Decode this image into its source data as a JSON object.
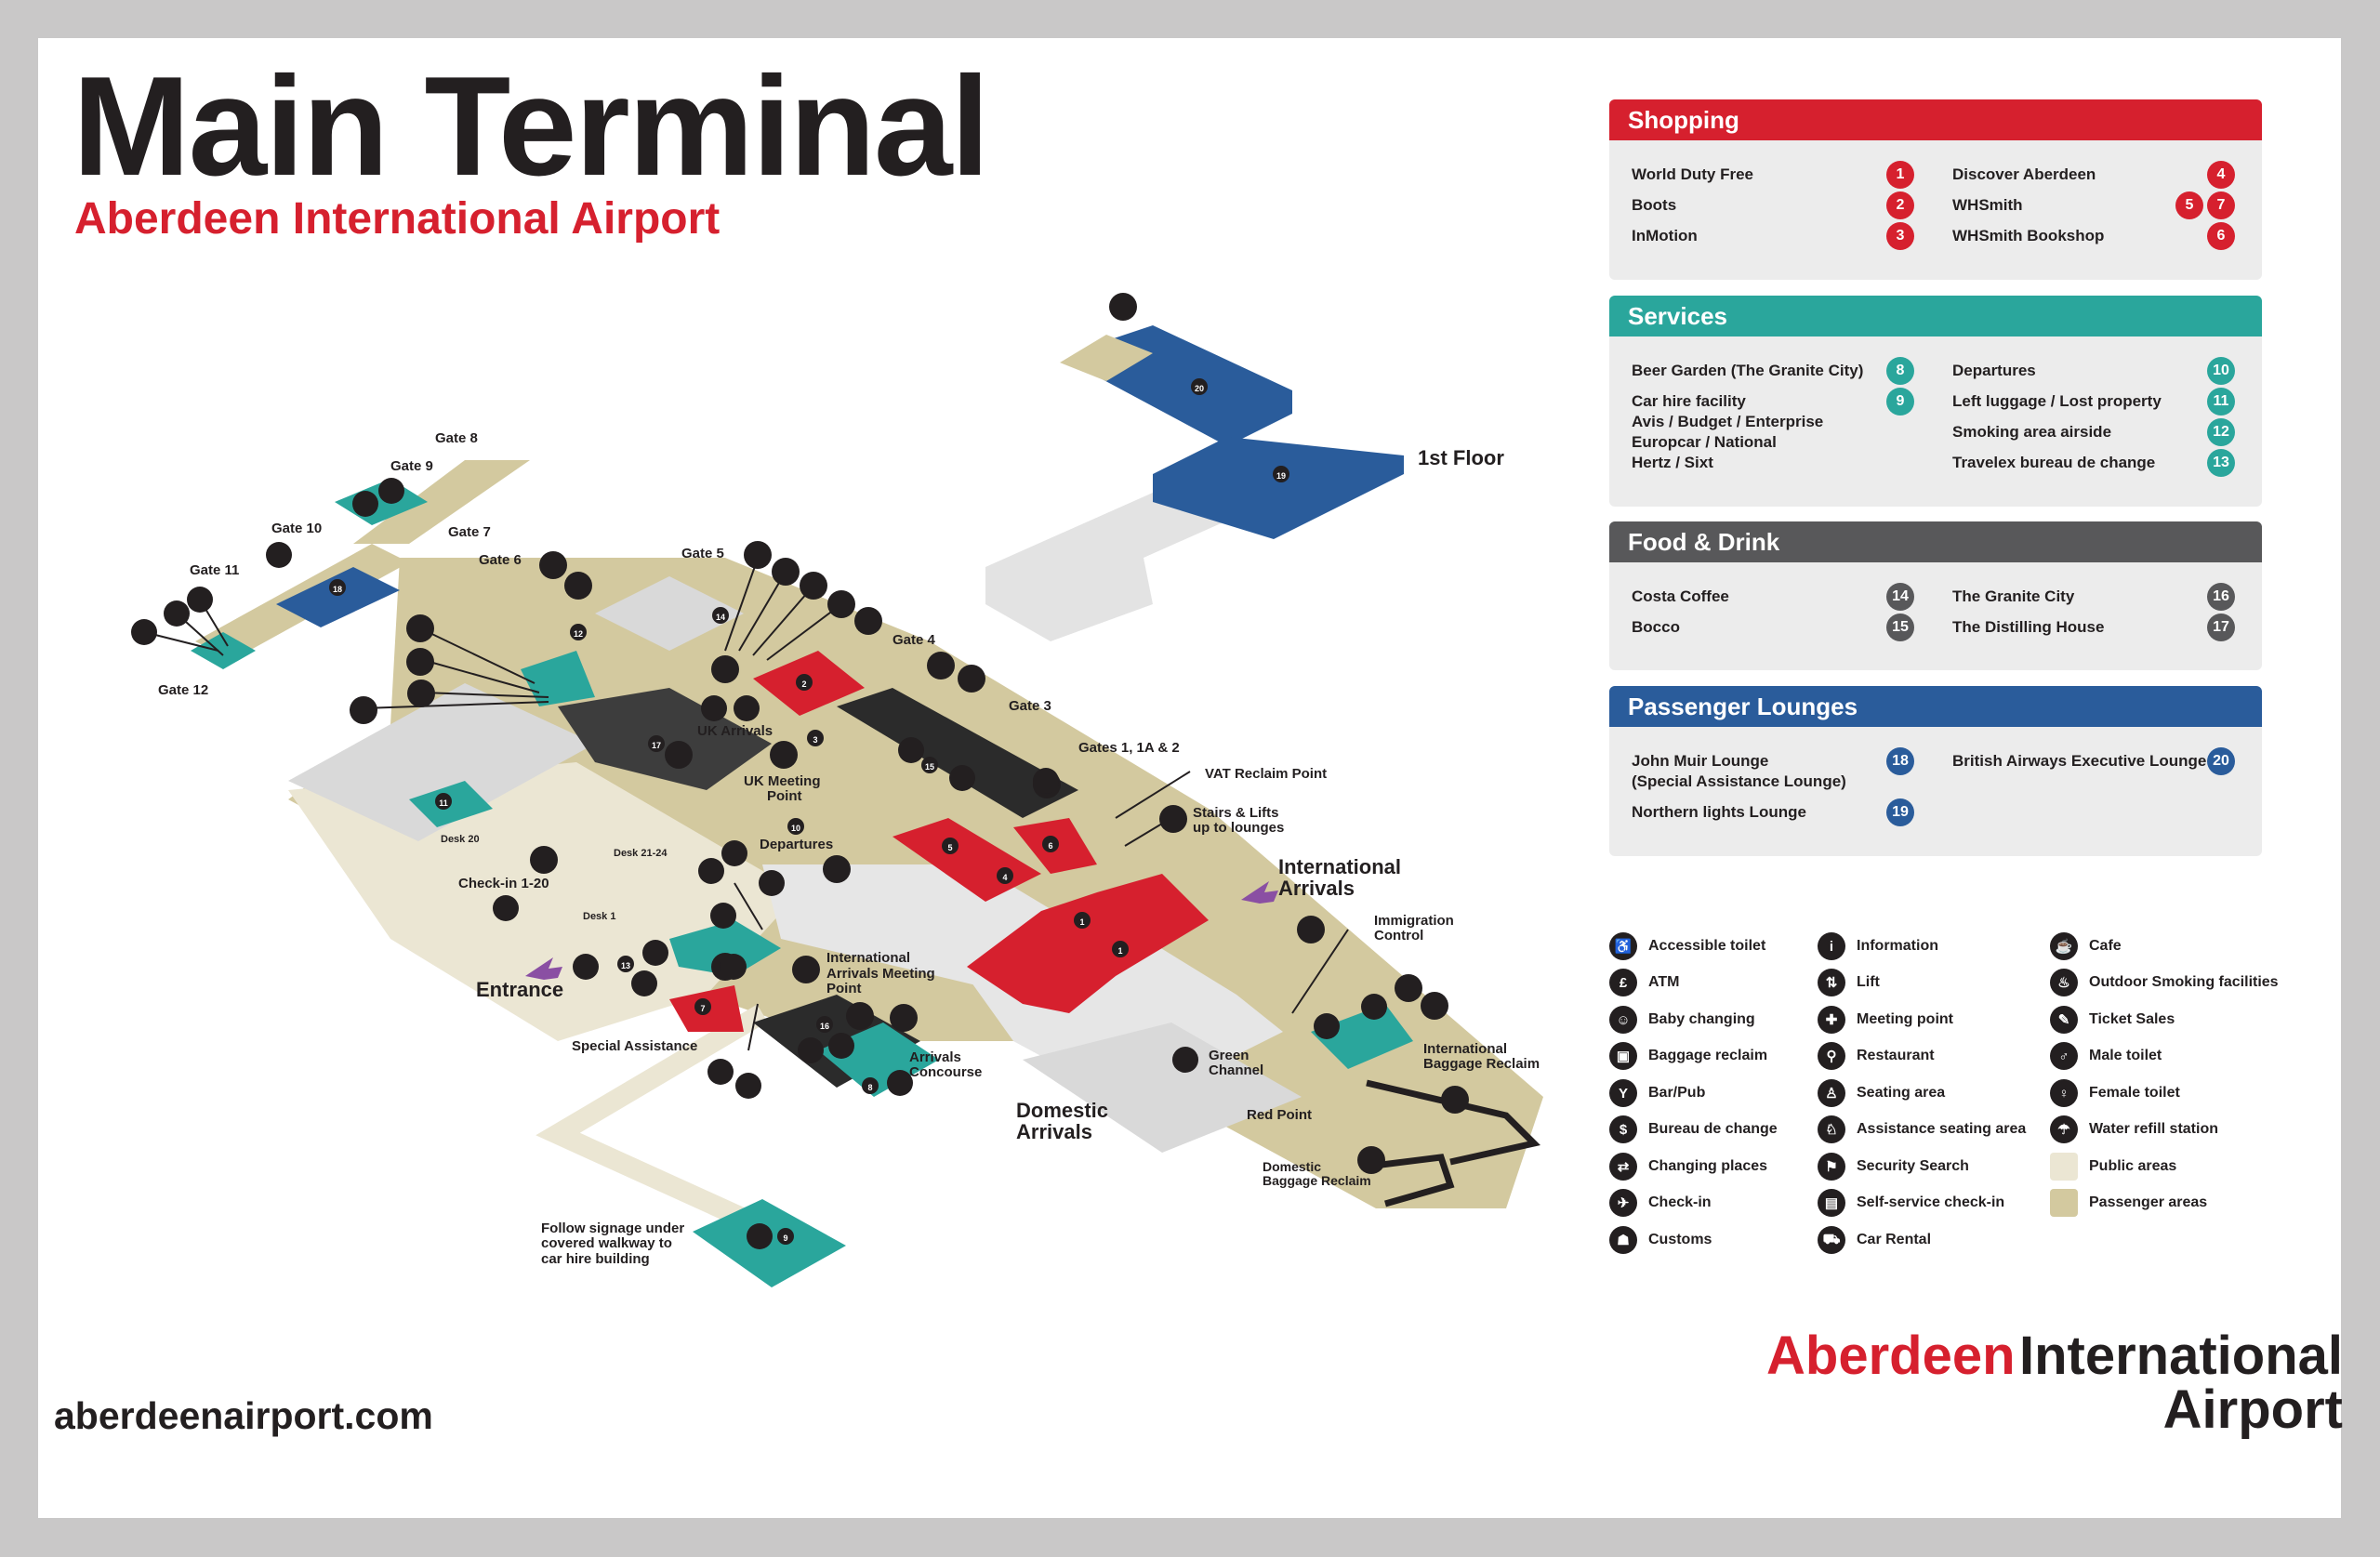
{
  "header": {
    "title": "Main Terminal",
    "subtitle": "Aberdeen International Airport"
  },
  "footer": {
    "website": "aberdeenairport.com",
    "logo_line1_red": "Aberdeen",
    "logo_line1_black": "International",
    "logo_line2": "Airport"
  },
  "colors": {
    "shopping": "#d6202e",
    "services": "#2aa69c",
    "food": "#58585a",
    "lounges": "#2a5c9b",
    "public": "#ebe6d3",
    "passenger": "#d3c99f"
  },
  "panels": {
    "shopping": {
      "heading": "Shopping",
      "left": [
        {
          "name": "World Duty Free",
          "nums": [
            "1"
          ]
        },
        {
          "name": "Boots",
          "nums": [
            "2"
          ]
        },
        {
          "name": "InMotion",
          "nums": [
            "3"
          ]
        }
      ],
      "right": [
        {
          "name": "Discover Aberdeen",
          "nums": [
            "4"
          ]
        },
        {
          "name": "WHSmith",
          "nums": [
            "5",
            "7"
          ]
        },
        {
          "name": "WHSmith Bookshop",
          "nums": [
            "6"
          ]
        }
      ]
    },
    "services": {
      "heading": "Services",
      "left": [
        {
          "name": "Beer Garden (The Granite City)",
          "nums": [
            "8"
          ]
        },
        {
          "name": "Car hire facility",
          "nums": [
            "9"
          ]
        },
        {
          "name": "Avis / Budget / Enterprise",
          "nums": []
        },
        {
          "name": "Europcar / National",
          "nums": []
        },
        {
          "name": "Hertz / Sixt",
          "nums": []
        }
      ],
      "right": [
        {
          "name": "Departures",
          "nums": [
            "10"
          ]
        },
        {
          "name": "Left luggage / Lost property",
          "nums": [
            "11"
          ]
        },
        {
          "name": "Smoking area airside",
          "nums": [
            "12"
          ]
        },
        {
          "name": "Travelex bureau de change",
          "nums": [
            "13"
          ]
        }
      ]
    },
    "food": {
      "heading": "Food & Drink",
      "left": [
        {
          "name": "Costa Coffee",
          "nums": [
            "14"
          ]
        },
        {
          "name": "Bocco",
          "nums": [
            "15"
          ]
        }
      ],
      "right": [
        {
          "name": "The Granite City",
          "nums": [
            "16"
          ]
        },
        {
          "name": "The Distilling House",
          "nums": [
            "17"
          ]
        }
      ]
    },
    "lounges": {
      "heading": "Passenger Lounges",
      "left": [
        {
          "name": "John Muir Lounge",
          "nums": [
            "18"
          ]
        },
        {
          "name": "(Special Assistance Lounge)",
          "nums": []
        },
        {
          "name": "Northern lights Lounge",
          "nums": [
            "19"
          ]
        }
      ],
      "right": [
        {
          "name": "British Airways Executive Lounge",
          "nums": [
            "20"
          ]
        }
      ]
    }
  },
  "legend": [
    {
      "label": "Accessible toilet",
      "icon": "accessible-toilet-icon",
      "glyph": "♿"
    },
    {
      "label": "ATM",
      "icon": "atm-icon",
      "glyph": "£"
    },
    {
      "label": "Baby changing",
      "icon": "baby-changing-icon",
      "glyph": "☺"
    },
    {
      "label": "Baggage reclaim",
      "icon": "baggage-reclaim-icon",
      "glyph": "▣"
    },
    {
      "label": "Bar/Pub",
      "icon": "bar-icon",
      "glyph": "Y"
    },
    {
      "label": "Bureau de change",
      "icon": "bureau-de-change-icon",
      "glyph": "$"
    },
    {
      "label": "Changing places",
      "icon": "changing-places-icon",
      "glyph": "⇄"
    },
    {
      "label": "Check-in",
      "icon": "check-in-icon",
      "glyph": "✈"
    },
    {
      "label": "Customs",
      "icon": "customs-icon",
      "glyph": "☗"
    },
    {
      "label": "Information",
      "icon": "information-icon",
      "glyph": "i"
    },
    {
      "label": "Lift",
      "icon": "lift-icon",
      "glyph": "⇅"
    },
    {
      "label": "Meeting point",
      "icon": "meeting-point-icon",
      "glyph": "✚"
    },
    {
      "label": "Restaurant",
      "icon": "restaurant-icon",
      "glyph": "⚲"
    },
    {
      "label": "Seating area",
      "icon": "seating-area-icon",
      "glyph": "♙"
    },
    {
      "label": "Assistance seating area",
      "icon": "assistance-seating-icon",
      "glyph": "♘"
    },
    {
      "label": "Security Search",
      "icon": "security-search-icon",
      "glyph": "⚑"
    },
    {
      "label": "Self-service check-in",
      "icon": "self-service-check-in-icon",
      "glyph": "▤"
    },
    {
      "label": "Car Rental",
      "icon": "car-rental-icon",
      "glyph": "⛟"
    },
    {
      "label": "Cafe",
      "icon": "cafe-icon",
      "glyph": "☕"
    },
    {
      "label": "Outdoor Smoking facilities",
      "icon": "smoking-icon",
      "glyph": "♨"
    },
    {
      "label": "Ticket Sales",
      "icon": "ticket-sales-icon",
      "glyph": "✎"
    },
    {
      "label": "Male toilet",
      "icon": "male-toilet-icon",
      "glyph": "♂"
    },
    {
      "label": "Female toilet",
      "icon": "female-toilet-icon",
      "glyph": "♀"
    },
    {
      "label": "Water refill station",
      "icon": "water-refill-icon",
      "glyph": "☂"
    },
    {
      "label": "Public areas",
      "swatch": "#ebe6d3"
    },
    {
      "label": "Passenger areas",
      "swatch": "#d3c99f"
    }
  ],
  "map_labels": {
    "gate8": "Gate 8",
    "gate9": "Gate 9",
    "gate10": "Gate 10",
    "gate7": "Gate 7",
    "gate11": "Gate 11",
    "gate6": "Gate 6",
    "gate5": "Gate 5",
    "gate12": "Gate 12",
    "gate4": "Gate 4",
    "gate3": "Gate 3",
    "gates1": "Gates 1, 1A & 2",
    "first_floor": "1st Floor",
    "uk_arrivals": "UK Arrivals",
    "uk_meeting": "UK Meeting",
    "point": "Point",
    "departures": "Departures",
    "vat": "VAT Reclaim Point",
    "stairs1": "Stairs & Lifts",
    "stairs2": "up to lounges",
    "intl_arr1": "International",
    "intl_arr2": "Arrivals",
    "immig1": "Immigration",
    "immig2": "Control",
    "desk20": "Desk 20",
    "desk2124": "Desk 21-24",
    "checkin": "Check-in 1-20",
    "desk1": "Desk 1",
    "entrance": "Entrance",
    "special": "Special Assistance",
    "iamp1": "International",
    "iamp2": "Arrivals Meeting",
    "iamp3": "Point",
    "conc1": "Arrivals",
    "conc2": "Concourse",
    "green1": "Green",
    "green2": "Channel",
    "red": "Red Point",
    "dom1": "Domestic",
    "dom2": "Arrivals",
    "dbr1": "Domestic",
    "dbr2": "Baggage Reclaim",
    "ibr1": "International",
    "ibr2": "Baggage Reclaim",
    "walk1": "Follow signage under",
    "walk2": "covered walkway to",
    "walk3": "car hire building"
  },
  "map_numbers": [
    "20",
    "19",
    "18",
    "12",
    "14",
    "2",
    "17",
    "3",
    "10",
    "11",
    "5",
    "4",
    "6",
    "1",
    "1",
    "13",
    "7",
    "16",
    "8",
    "9",
    "15"
  ]
}
